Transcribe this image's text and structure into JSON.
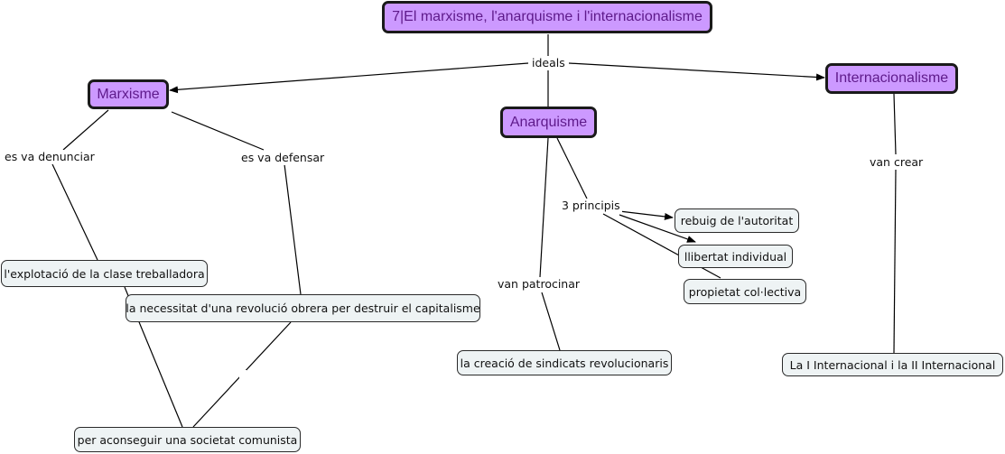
{
  "colors": {
    "main_fill": "#cc99ff",
    "main_text": "#5e1a8a",
    "leaf_fill": "#eef3f4",
    "line": "#000000"
  },
  "map": {
    "title": "7|El marxisme, l'anarquisme i l'internacionalisme",
    "marxisme": "Marxisme",
    "anarquisme": "Anarquisme",
    "internacionalisme": "Internacionalisme",
    "explotacio": "l'explotació de la clase treballadora",
    "revolucio": "la necessitat d'una revolució obrera per destruir el capitalisme",
    "societat": "per aconseguir una societat comunista",
    "autoritat": "rebuig de l'autoritat",
    "llibertat": "llibertat individual",
    "propietat": "propietat col·lectiva",
    "sindicats": "la creació de sindicats revolucionaris",
    "internacional": "La I Internacional i la II Internacional"
  },
  "links": {
    "ideals": "ideals",
    "denunciar": "es va denunciar",
    "defensar": "es va defensar",
    "principis": "3 principis",
    "patrocinar": "van patrocinar",
    "crear": "van crear"
  }
}
